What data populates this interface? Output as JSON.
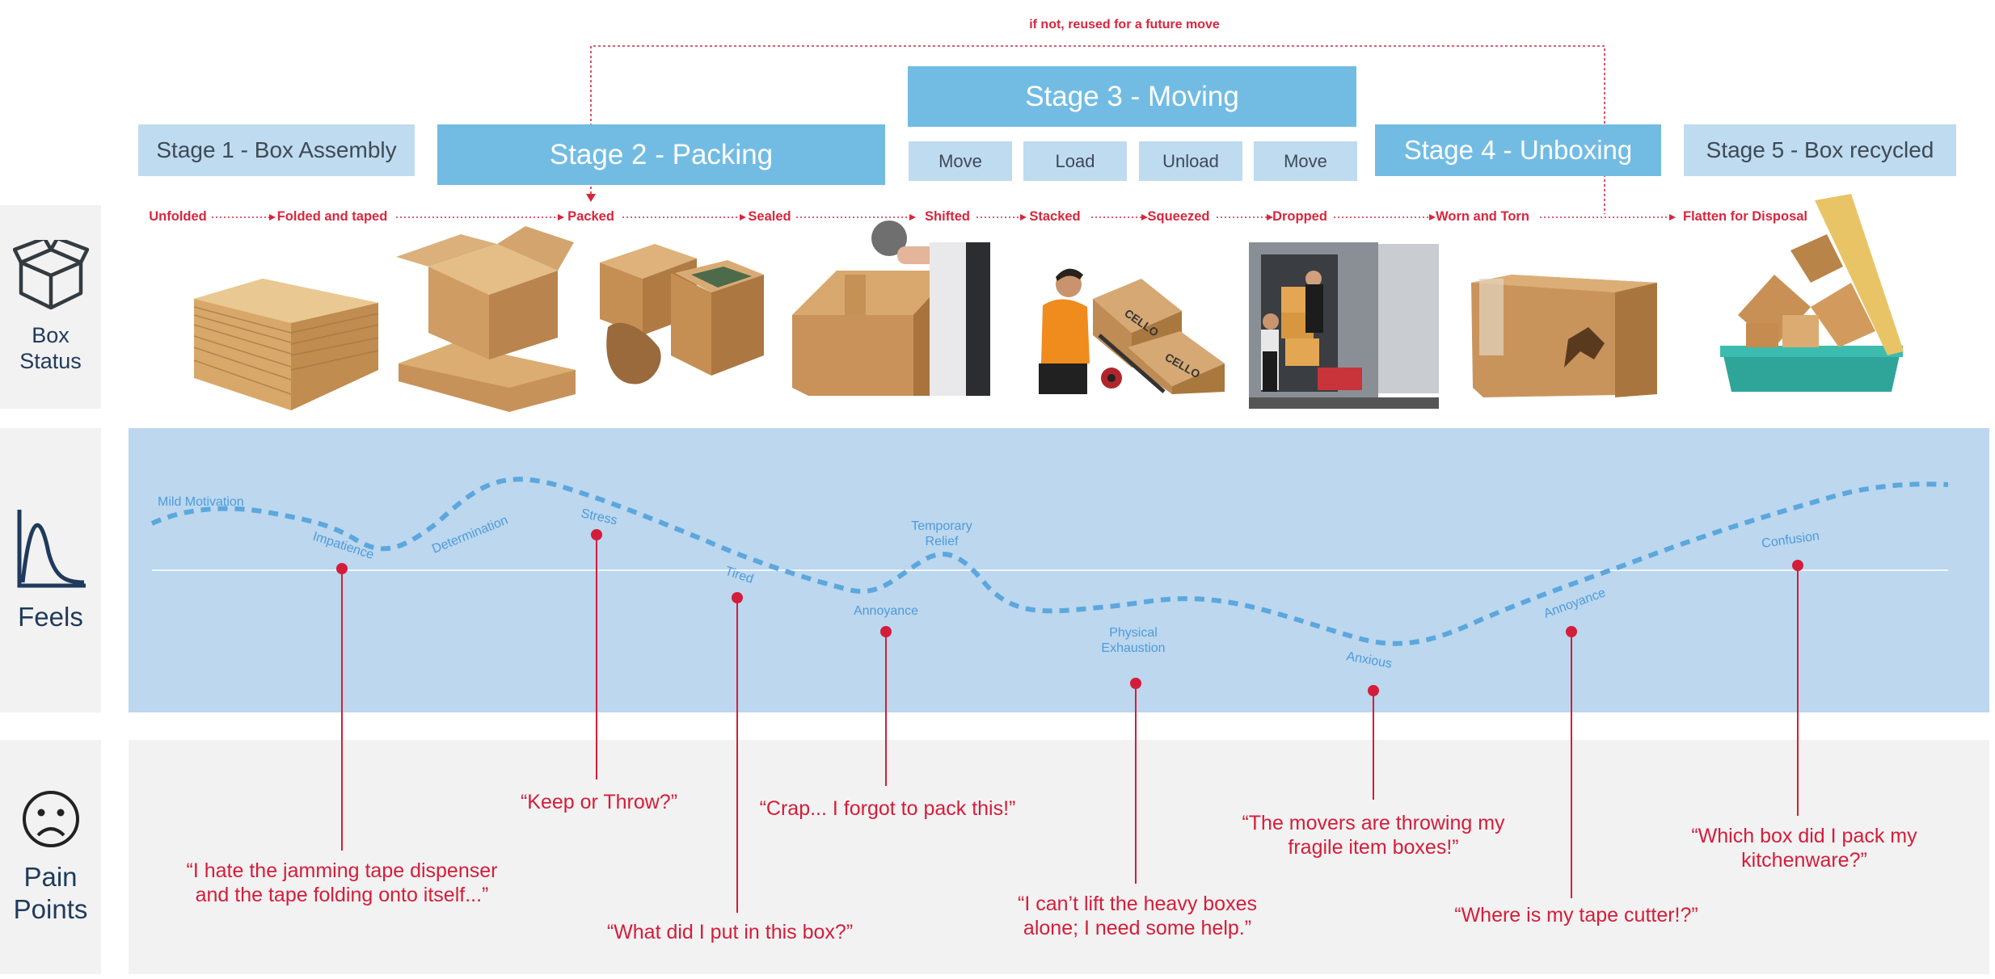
{
  "recycle_note": "if not, reused for a future move",
  "stages": {
    "s1": "Stage 1 - Box Assembly",
    "s2": "Stage 2 - Packing",
    "s3": "Stage 3 - Moving",
    "s4": "Stage 4 - Unboxing",
    "s5": "Stage 5 - Box recycled"
  },
  "moving_substeps": [
    "Move",
    "Load",
    "Unload",
    "Move"
  ],
  "box_statuses": [
    "Unfolded",
    "Folded and taped",
    "Packed",
    "Sealed",
    "Shifted",
    "Stacked",
    "Squeezed",
    "Dropped",
    "Worn and Torn",
    "Flatten for Disposal"
  ],
  "row_labels": {
    "box_status": "Box Status",
    "feels": "Feels",
    "pain_points": "Pain Points"
  },
  "feelings": [
    "Mild Motivation",
    "Impatience",
    "Determination",
    "Stress",
    "Tired",
    "Annoyance",
    "Temporary Relief",
    "Physical Exhaustion",
    "Anxious",
    "Annoyance",
    "Confusion"
  ],
  "pain_points": [
    "“I hate the jamming tape dispenser and the tape folding onto itself...”",
    "“Keep or Throw?”",
    "“What did I put in this box?”",
    "“Crap... I forgot to pack this!”",
    "“I can’t lift the heavy boxes alone; I need some help.”",
    "“The movers are throwing my fragile item boxes!”",
    "“Where is my tape cutter!?”",
    "“Which box did I pack my kitchenware?”"
  ],
  "image_labels": {
    "box_brand": "CELLO"
  },
  "colors": {
    "accent_red": "#d9263d",
    "stage_dark": "#72bce4",
    "stage_light": "#bfdbf0",
    "feels_band": "#bcd7ee",
    "pain_band": "#f2f2f2",
    "feel_curve": "#5ba7de",
    "label_text": "#1f3a5c"
  }
}
